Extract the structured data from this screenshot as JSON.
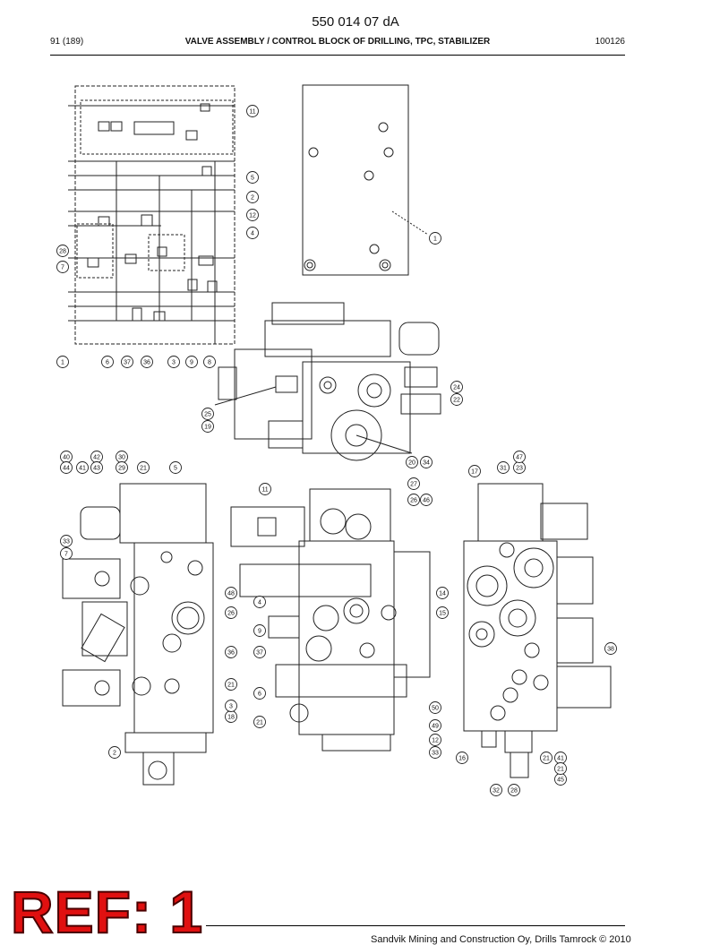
{
  "header": {
    "doc_code": "550 014 07 dA",
    "page": "91 (189)",
    "title": "VALVE ASSEMBLY / CONTROL BLOCK OF DRILLING, TPC, STABILIZER",
    "number": "100126"
  },
  "stamp": "REF: 1",
  "footer": "Sandvik Mining and Construction Oy, Drills Tamrock © 2010",
  "colors": {
    "stamp": "#e01010",
    "ink": "#111111"
  },
  "callouts": {
    "schematic": [
      "11",
      "5",
      "2",
      "12",
      "4",
      "28",
      "7",
      "1",
      "6",
      "37",
      "36",
      "3",
      "9",
      "8"
    ],
    "plate": [
      "1"
    ],
    "top_view": [
      "24",
      "22",
      "25",
      "19",
      "20",
      "34"
    ],
    "left_view": [
      "40",
      "44",
      "41",
      "42",
      "43",
      "30",
      "29",
      "21",
      "5",
      "33",
      "7",
      "48",
      "26",
      "36",
      "21",
      "18",
      "3",
      "2"
    ],
    "center_view": [
      "11",
      "27",
      "26",
      "46",
      "4",
      "9",
      "37",
      "6",
      "21",
      "50",
      "49",
      "12",
      "33"
    ],
    "right_view": [
      "17",
      "31",
      "23",
      "47",
      "14",
      "15",
      "38",
      "16",
      "32",
      "28",
      "21",
      "41",
      "45",
      "21"
    ]
  }
}
